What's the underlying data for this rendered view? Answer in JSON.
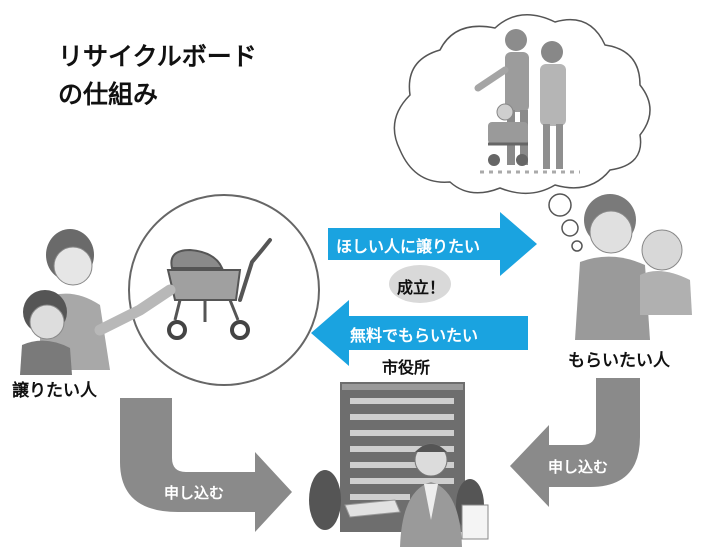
{
  "title": {
    "line1": "リサイクルボード",
    "line2": "の仕組み"
  },
  "roles": {
    "giver": "譲りたい人",
    "receiver": "もらいたい人",
    "city_hall": "市役所"
  },
  "arrows": {
    "offer": "ほしい人に譲りたい",
    "request": "無料でもらいたい",
    "apply_left": "申し込む",
    "apply_right": "申し込む"
  },
  "deal_badge": "成立！",
  "colors": {
    "blue_arrow": "#1aa3e0",
    "gray_arrow": "#8a8a8a",
    "figure_gray": "#9a9a9a"
  }
}
